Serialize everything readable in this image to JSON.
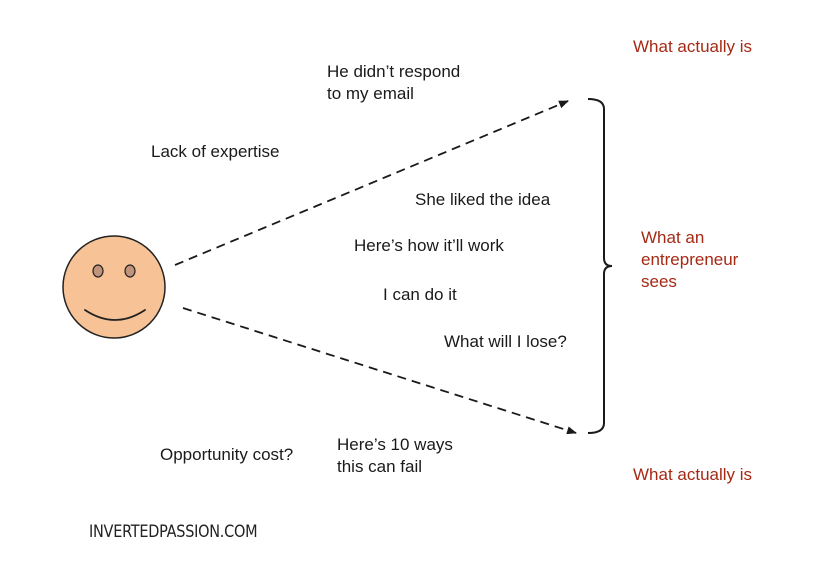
{
  "colors": {
    "face_fill": "#F7C396",
    "face_stroke": "#222222",
    "eye_fill": "#C0937A",
    "line_color": "#1a1a1a",
    "accent_red": "#A52A14"
  },
  "labels": {
    "no_response": [
      "He didn’t respond",
      "to my email"
    ],
    "lack_expertise": "Lack of expertise",
    "liked_idea": "She liked the idea",
    "how_it_works": "Here’s how it’ll work",
    "can_do": "I can do it",
    "will_lose": "What will I lose?",
    "opportunity_cost": "Opportunity cost?",
    "ten_ways": [
      "Here’s 10 ways",
      "this can fail"
    ],
    "actually_top": "What actually is",
    "entrepreneur_sees": [
      "What an",
      "entrepreneur",
      "sees"
    ],
    "actually_bottom": "What actually is"
  },
  "footer": {
    "brand": "INVERTEDPASSION.COM"
  }
}
